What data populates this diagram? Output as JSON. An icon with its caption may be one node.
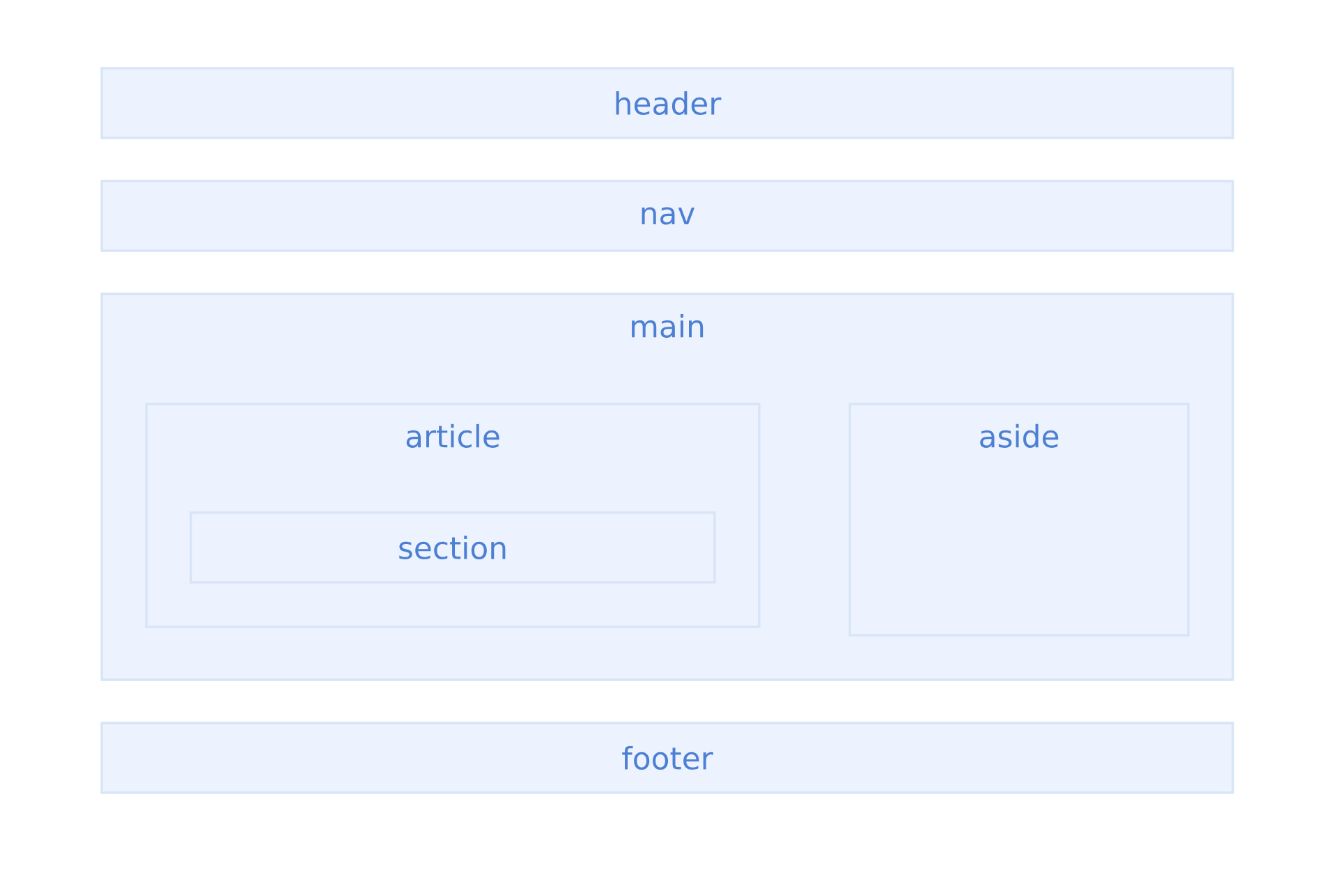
{
  "diagram": {
    "nodes": [
      {
        "text": [
          "header"
        ]
      },
      {
        "text": [
          "nav"
        ]
      },
      {
        "text": [
          "main"
        ]
      },
      {
        "text": [
          "article"
        ],
        "in": 2
      },
      {
        "text": [
          "section"
        ],
        "in": 3
      },
      {
        "text": [
          "aside"
        ],
        "in": 2
      },
      {
        "text": [
          "footer"
        ]
      }
    ]
  }
}
